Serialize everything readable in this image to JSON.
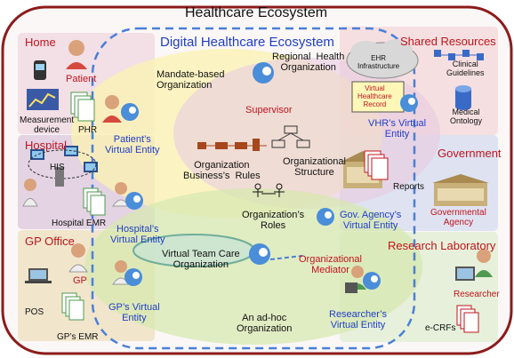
{
  "title": "Healthcare Ecosystem",
  "inner_title": "Digital Healthcare Ecosystem",
  "colors": {
    "outer_border": "#8c1b1b",
    "dashed_blue": "#4a7fd6",
    "label_red": "#c0141e",
    "label_blue": "#1f3fc6",
    "home_bg": "#f3dfe6",
    "hospital_bg": "#e3d3e3",
    "gp_bg": "#f1e6cc",
    "shared_bg": "#f6dfe0",
    "gov_bg": "#dfe2f1",
    "research_bg": "#e6f0da",
    "ellipse_yellow": "#fbf3b0",
    "ellipse_green": "#d7e8b0",
    "ellipse_purple": "#e8cbe0"
  },
  "regions": {
    "home": {
      "title": "Home",
      "patient": "Patient",
      "measurement": "Measurement\ndevice",
      "phr": "PHR"
    },
    "hospital": {
      "title": "Hospital",
      "his": "HIS",
      "emr": "Hospital EMR"
    },
    "gp_office": {
      "title": "GP Office",
      "gp": "GP",
      "pos": "POS",
      "emr": "GP’s EMR"
    },
    "shared": {
      "title": "Shared Resources",
      "ehr": "EHR\nInfrastructure",
      "vhr": "Virtual\nHealthcare\nRecord",
      "guidelines": "Clinical\nGuidelines",
      "ontology": "Medical\nOntology"
    },
    "government": {
      "title": "Government",
      "reports": "Reports",
      "agency": "Governmental\nAgency"
    },
    "research": {
      "title": "Research Laboratory",
      "researcher": "Researcher",
      "ecrfs": "e-CRFs"
    }
  },
  "entities": {
    "patient_ve": "Patient’s\nVirtual Entity",
    "hospital_ve": "Hospital’s\nVirtual Entity",
    "gp_ve": "GP’s Virtual\nEntity",
    "vhr_ve": "VHR’s Virtual\nEntity",
    "gov_ve": "Gov. Agency’s\nVirtual Entity",
    "researcher_ve": "Researcher’s\nVirtual Entity",
    "supervisor": "Supervisor",
    "org_mediator": "Organizational\nMediator"
  },
  "organizations": {
    "mandate": "Mandate-based\nOrganization",
    "regional": "Regional  Health\nOrganization",
    "virtual_team": "Virtual Team Care\nOrganization",
    "adhoc": "An ad-hoc\nOrganization"
  },
  "concepts": {
    "business_rules": "Organization\nBusiness’s  Rules",
    "structure": "Organizational\nStructure",
    "roles": "Organization’s\nRoles"
  },
  "icons": [
    "person-icon",
    "phone-icon",
    "chart-icon",
    "document-stack-icon",
    "computer-icon",
    "server-icon",
    "building-icon",
    "cloud-icon",
    "database-icon",
    "robot-agent-icon",
    "flowchart-icon",
    "org-chart-icon",
    "roles-icon"
  ]
}
